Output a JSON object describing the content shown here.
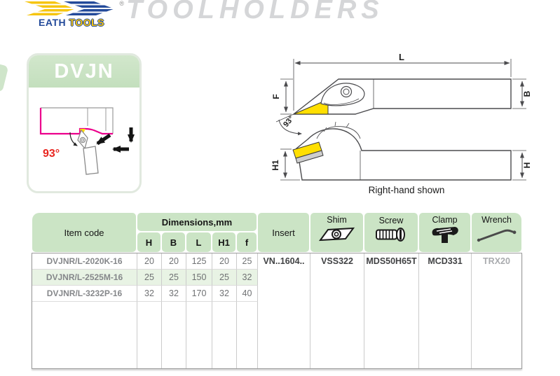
{
  "header": {
    "logo": {
      "line1": "EATH",
      "line2": "TOOLS",
      "registered": "®"
    },
    "title": "TOOLHOLDERS"
  },
  "card": {
    "model": "DVJN",
    "angle": "93°"
  },
  "drawing": {
    "labels": {
      "length": "L",
      "width_b": "B",
      "head_f": "F",
      "height_h1": "H1",
      "height_h": "H",
      "angle": "93°"
    },
    "caption": "Right-hand shown"
  },
  "table": {
    "headers": {
      "item_code": "Item code",
      "dimensions_group": "Dimensions,mm",
      "dimension_cols": [
        "H",
        "B",
        "L",
        "H1",
        "f"
      ],
      "insert": "Insert",
      "shim": "Shim",
      "screw": "Screw",
      "clamp": "Clamp",
      "wrench": "Wrench"
    },
    "icons": {
      "shim": "shim-diamond-icon",
      "screw": "screw-icon",
      "clamp": "clamp-icon",
      "wrench": "torx-wrench-icon"
    },
    "rows": [
      {
        "item_code": "DVJNR/L-2020K-16",
        "h": "20",
        "b": "20",
        "l": "125",
        "h1": "20",
        "f": "25"
      },
      {
        "item_code": "DVJNR/L-2525M-16",
        "h": "25",
        "b": "25",
        "l": "150",
        "h1": "25",
        "f": "32"
      },
      {
        "item_code": "DVJNR/L-3232P-16",
        "h": "32",
        "b": "32",
        "l": "170",
        "h1": "32",
        "f": "40"
      }
    ],
    "merged": {
      "insert": "VN..1604..",
      "shim": "VSS322",
      "screw": "MDS50H65T",
      "clamp": "MCD331",
      "wrench": "TRX20"
    }
  },
  "colors": {
    "header_green": "#cbe4c5",
    "row_highlight": "#e8f3e4",
    "magenta_outline": "#ec008c",
    "insert_yellow": "#ffdf00",
    "angle_red": "#e8251f",
    "title_gray": "#d5d6d8",
    "logo_blue": "#234a9a",
    "logo_yellow": "#f6c50e"
  }
}
